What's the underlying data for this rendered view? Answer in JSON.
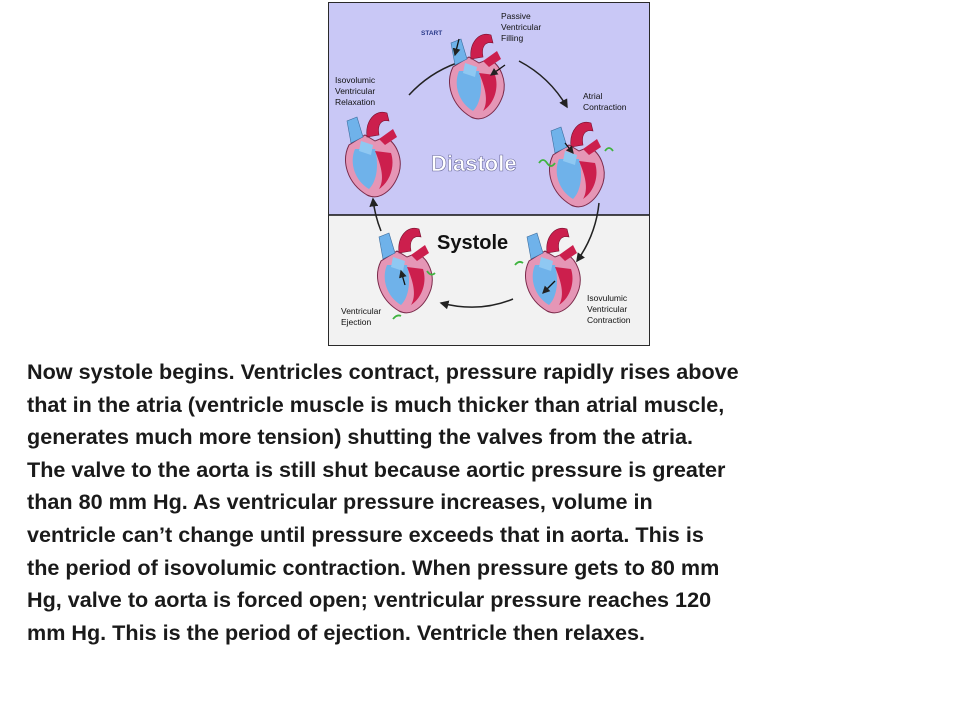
{
  "diagram": {
    "start_label": "START",
    "phase_diastole": "Diastole",
    "phase_systole": "Systole",
    "stages": {
      "passive_filling": [
        "Passive",
        "Ventricular",
        "Filling"
      ],
      "atrial_contraction": [
        "Atrial",
        "Contraction"
      ],
      "isovolumic_relaxation": [
        "Isovolumic",
        "Ventricular",
        "Relaxation"
      ],
      "ventricular_ejection": [
        "Ventricular",
        "Ejection"
      ],
      "isovolumic_contraction": [
        "Isovulumic",
        "Ventricular",
        "Contraction"
      ]
    },
    "colors": {
      "diastole_bg": "#c9c8f6",
      "systole_bg": "#f2f2f2",
      "blood_blue": "#6fb2ea",
      "muscle_red": "#cc1f4d",
      "wall_pink": "#e596b6",
      "ecg_green": "#3fb43f"
    }
  },
  "caption": {
    "lines": [
      "Now systole begins.  Ventricles contract, pressure rapidly rises above",
      "that in the atria (ventricle muscle is much thicker than atrial muscle,",
      "generates much more tension) shutting the valves from the atria.",
      "The valve to the aorta is still shut because aortic pressure is greater",
      "than 80 mm Hg.  As ventricular pressure increases, volume in",
      "ventricle can’t change until pressure exceeds that in aorta.  This is",
      "the period of isovolumic contraction.  When pressure gets to 80 mm",
      "Hg, valve to aorta is forced open; ventricular pressure reaches 120",
      "mm Hg.  This is the period of ejection.  Ventricle then relaxes."
    ]
  }
}
